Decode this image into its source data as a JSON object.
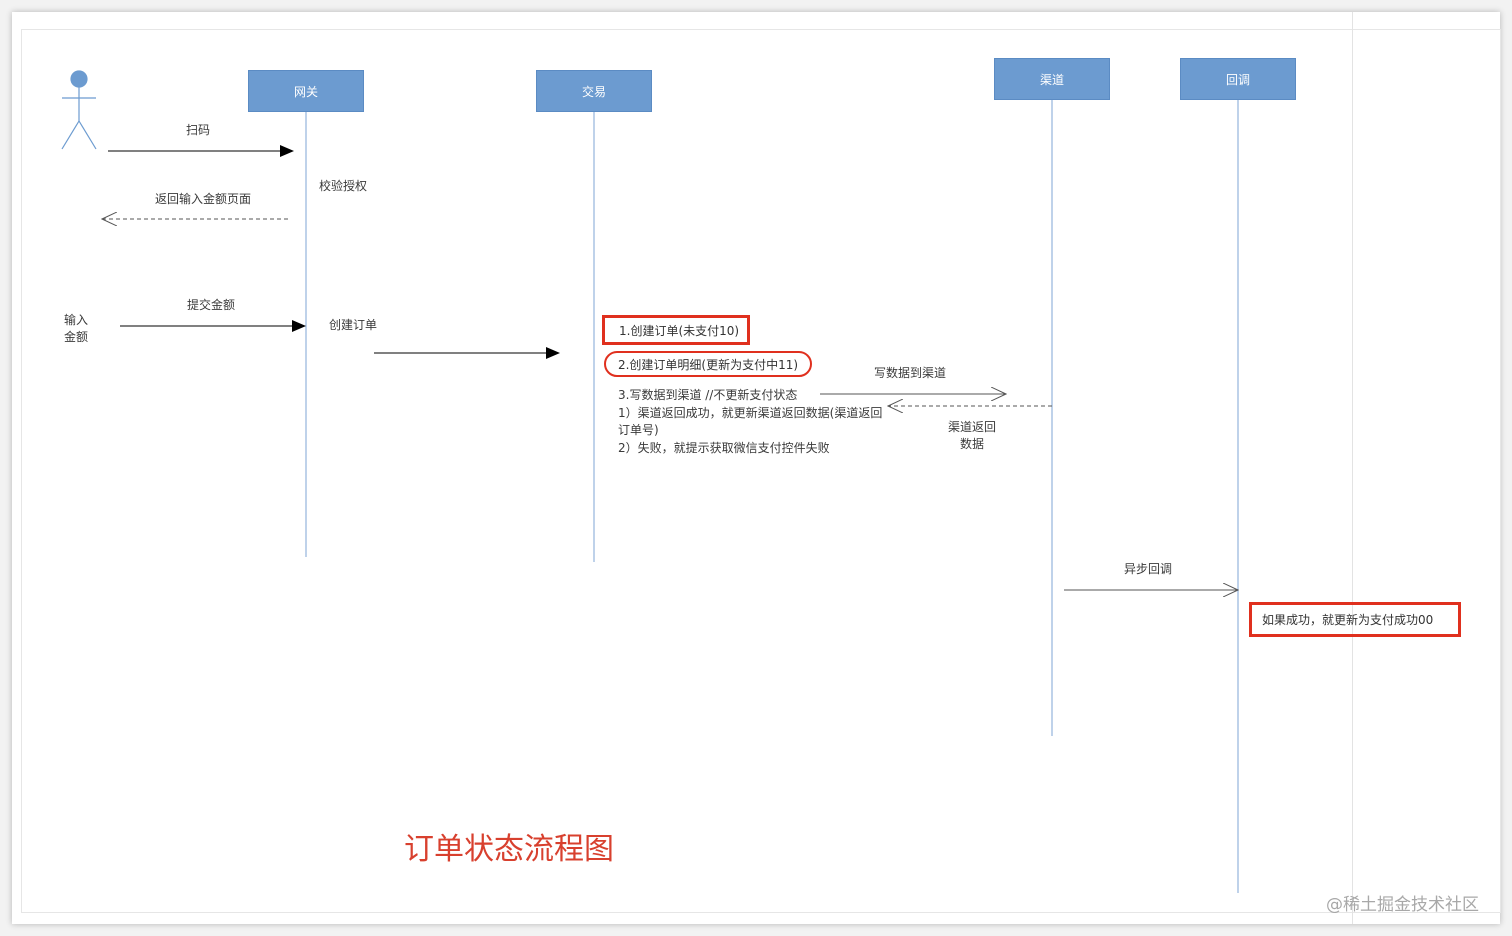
{
  "diagram": {
    "title": "订单状态流程图",
    "watermark": "@稀土掘金技术社区",
    "participants": {
      "gateway": "网关",
      "trade": "交易",
      "channel": "渠道",
      "callback": "回调"
    },
    "messages": {
      "scan": "扫码",
      "verify": "校验授权",
      "return_page": "返回输入金额页面",
      "submit_amount": "提交金额",
      "input_amount_line1": "输入",
      "input_amount_line2": "金额",
      "create_order": "创建订单",
      "write_channel": "写数据到渠道",
      "channel_return_line1": "渠道返回",
      "channel_return_line2": "数据",
      "async_callback": "异步回调"
    },
    "steps": {
      "step1": "1.创建订单(未支付10)",
      "step2": "2.创建订单明细(更新为支付中11)",
      "step3_line1": "3.写数据到渠道 //不更新支付状态",
      "step3_line2": "1）渠道返回成功，就更新渠道返回数据(渠道返回",
      "step3_line3": "订单号)",
      "step3_line4": "2）失败，就提示获取微信支付控件失败"
    },
    "callback_note": "如果成功，就更新为支付成功00"
  },
  "colors": {
    "participant_fill": "#6c9bd0",
    "lifeline": "#7fa6d6",
    "highlight": "#e0301e",
    "title": "#d8402e"
  }
}
